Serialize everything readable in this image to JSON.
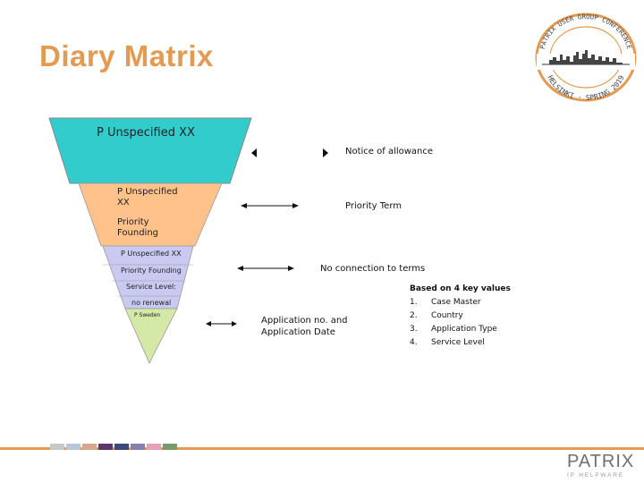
{
  "title": "Diary Matrix",
  "seal": {
    "top_text": "PATRIX USER GROUP CONFERENCE",
    "bottom_text": "HELSINKI · SPRING 2019",
    "color": "#e39a52"
  },
  "funnel": {
    "level1": {
      "text": "P Unspecified XX",
      "color": "#33cccc"
    },
    "level2": {
      "line1": "P Unspecified",
      "line2": "XX",
      "line3": "Priority",
      "line4": "Founding",
      "color": "#ffc28a"
    },
    "level3": {
      "line1": "P  Unspecified XX",
      "line2": "Priority Founding",
      "line3": "Service Level:",
      "line4": "no renewal",
      "color": "#c9c9f2"
    },
    "level4": {
      "text": "P Sweden",
      "color": "#d4e8a8"
    }
  },
  "labels": {
    "notice": "Notice of allowance",
    "priority_term": "Priority Term",
    "no_connection": "No connection to terms",
    "application_line1": "Application no. and",
    "application_line2": "Application Date"
  },
  "key_values": {
    "heading": "Based on 4 key values",
    "items": [
      {
        "num": "1.",
        "text": "Case Master"
      },
      {
        "num": "2.",
        "text": "Country"
      },
      {
        "num": "3.",
        "text": "Application Type"
      },
      {
        "num": "4.",
        "text": "Service Level"
      }
    ]
  },
  "footer": {
    "accent": "#e39a52",
    "swatches": [
      "#c8c8c8",
      "#b9c7dd",
      "#d7a98c",
      "#5b3a68",
      "#3e4b7a",
      "#8a7fb3",
      "#e3a2b6",
      "#7a9a6b"
    ],
    "logo_word": "PATRIX",
    "logo_sub": "IP HELPWARE"
  }
}
